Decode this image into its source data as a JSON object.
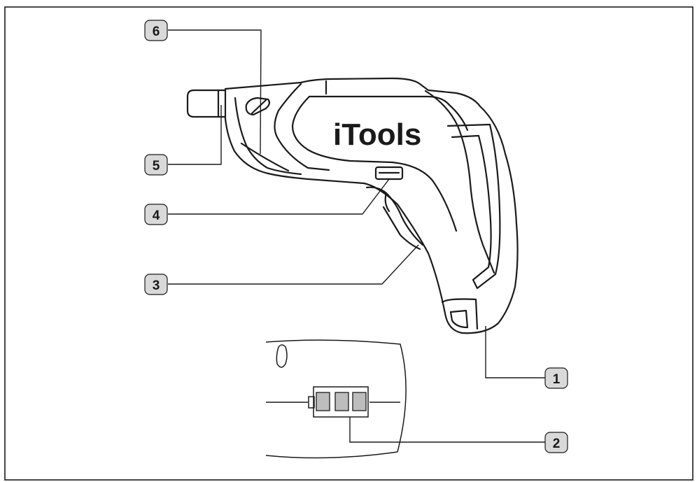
{
  "brand": {
    "logo_text": "iTools"
  },
  "callouts": [
    {
      "number": "1"
    },
    {
      "number": "2"
    },
    {
      "number": "3"
    },
    {
      "number": "4"
    },
    {
      "number": "5"
    },
    {
      "number": "6"
    }
  ],
  "colors": {
    "outline": "#1a1a1a",
    "badge_fill": "#d9d9d9",
    "battery_segment": "#bdbdbd",
    "background": "#ffffff"
  }
}
